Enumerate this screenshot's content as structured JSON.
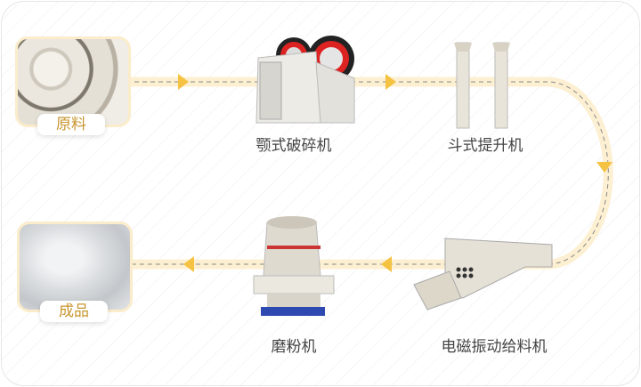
{
  "colors": {
    "flow_band": "#fdf0d2",
    "arrow": "#f5c242",
    "tag_text": "#c8962e",
    "label_text": "#444444"
  },
  "raw_material": {
    "label": "原料"
  },
  "finished_product": {
    "label": "成品"
  },
  "steps": [
    {
      "label": "颚式破碎机"
    },
    {
      "label": "斗式提升机"
    },
    {
      "label": "电磁振动给料机"
    },
    {
      "label": "磨粉机"
    }
  ]
}
